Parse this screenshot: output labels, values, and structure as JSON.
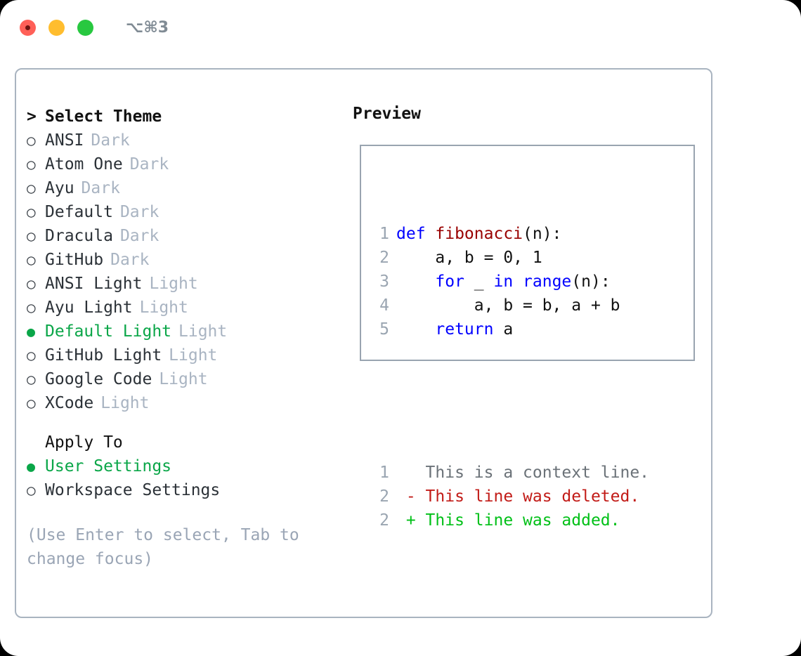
{
  "window": {
    "title": "⌥⌘3",
    "traffic_lights": [
      "close-red",
      "minimize-amber",
      "maximize-green"
    ]
  },
  "theme_picker": {
    "header": "Select Theme",
    "caret": ">",
    "bullet_off": "○",
    "bullet_on": "●",
    "items": [
      {
        "name": "ANSI",
        "tag": "Dark",
        "selected": false
      },
      {
        "name": "Atom One",
        "tag": "Dark",
        "selected": false
      },
      {
        "name": "Ayu",
        "tag": "Dark",
        "selected": false
      },
      {
        "name": "Default",
        "tag": "Dark",
        "selected": false
      },
      {
        "name": "Dracula",
        "tag": "Dark",
        "selected": false
      },
      {
        "name": "GitHub",
        "tag": "Dark",
        "selected": false
      },
      {
        "name": "ANSI Light",
        "tag": "Light",
        "selected": false
      },
      {
        "name": "Ayu Light",
        "tag": "Light",
        "selected": false
      },
      {
        "name": "Default Light",
        "tag": "Light",
        "selected": true
      },
      {
        "name": "GitHub Light",
        "tag": "Light",
        "selected": false
      },
      {
        "name": "Google Code",
        "tag": "Light",
        "selected": false
      },
      {
        "name": "XCode",
        "tag": "Light",
        "selected": false
      }
    ]
  },
  "apply_to": {
    "header": "Apply To",
    "options": [
      {
        "name": "User Settings",
        "selected": true
      },
      {
        "name": "Workspace Settings",
        "selected": false
      }
    ]
  },
  "hint": "(Use Enter to select, Tab to change focus)",
  "preview": {
    "title": "Preview",
    "code_lines": [
      {
        "num": "1",
        "tokens": [
          {
            "t": "def ",
            "c": "kw"
          },
          {
            "t": "fibonacci",
            "c": "fn"
          },
          {
            "t": "(n):",
            "c": "plain"
          }
        ]
      },
      {
        "num": "2",
        "tokens": [
          {
            "t": "    a, b = 0, 1",
            "c": "plain"
          }
        ]
      },
      {
        "num": "3",
        "tokens": [
          {
            "t": "    ",
            "c": "plain"
          },
          {
            "t": "for",
            "c": "kw"
          },
          {
            "t": " _ ",
            "c": "plain"
          },
          {
            "t": "in",
            "c": "kw"
          },
          {
            "t": " ",
            "c": "plain"
          },
          {
            "t": "range",
            "c": "kw"
          },
          {
            "t": "(n):",
            "c": "plain"
          }
        ]
      },
      {
        "num": "4",
        "tokens": [
          {
            "t": "        a, b = b, a + b",
            "c": "plain"
          }
        ]
      },
      {
        "num": "5",
        "tokens": [
          {
            "t": "    ",
            "c": "plain"
          },
          {
            "t": "return",
            "c": "kw"
          },
          {
            "t": " a",
            "c": "plain"
          }
        ]
      }
    ],
    "diff_lines": [
      {
        "num": "1",
        "marker": " ",
        "text": "This is a context line.",
        "kind": "ctx"
      },
      {
        "num": "2",
        "marker": "-",
        "text": "This line was deleted.",
        "kind": "del"
      },
      {
        "num": "2",
        "marker": "+",
        "text": "This line was added.",
        "kind": "add"
      }
    ]
  },
  "colors": {
    "accent_green": "#0aa648",
    "keyword_blue": "#0000ff",
    "function_red": "#990000",
    "diff_deleted": "#c21b17",
    "diff_added": "#00c017",
    "muted": "#a9b4c2",
    "border": "#a9b4c0",
    "traffic_red": "#ff6058",
    "traffic_amber": "#ffbd2e",
    "traffic_green": "#28c840"
  }
}
